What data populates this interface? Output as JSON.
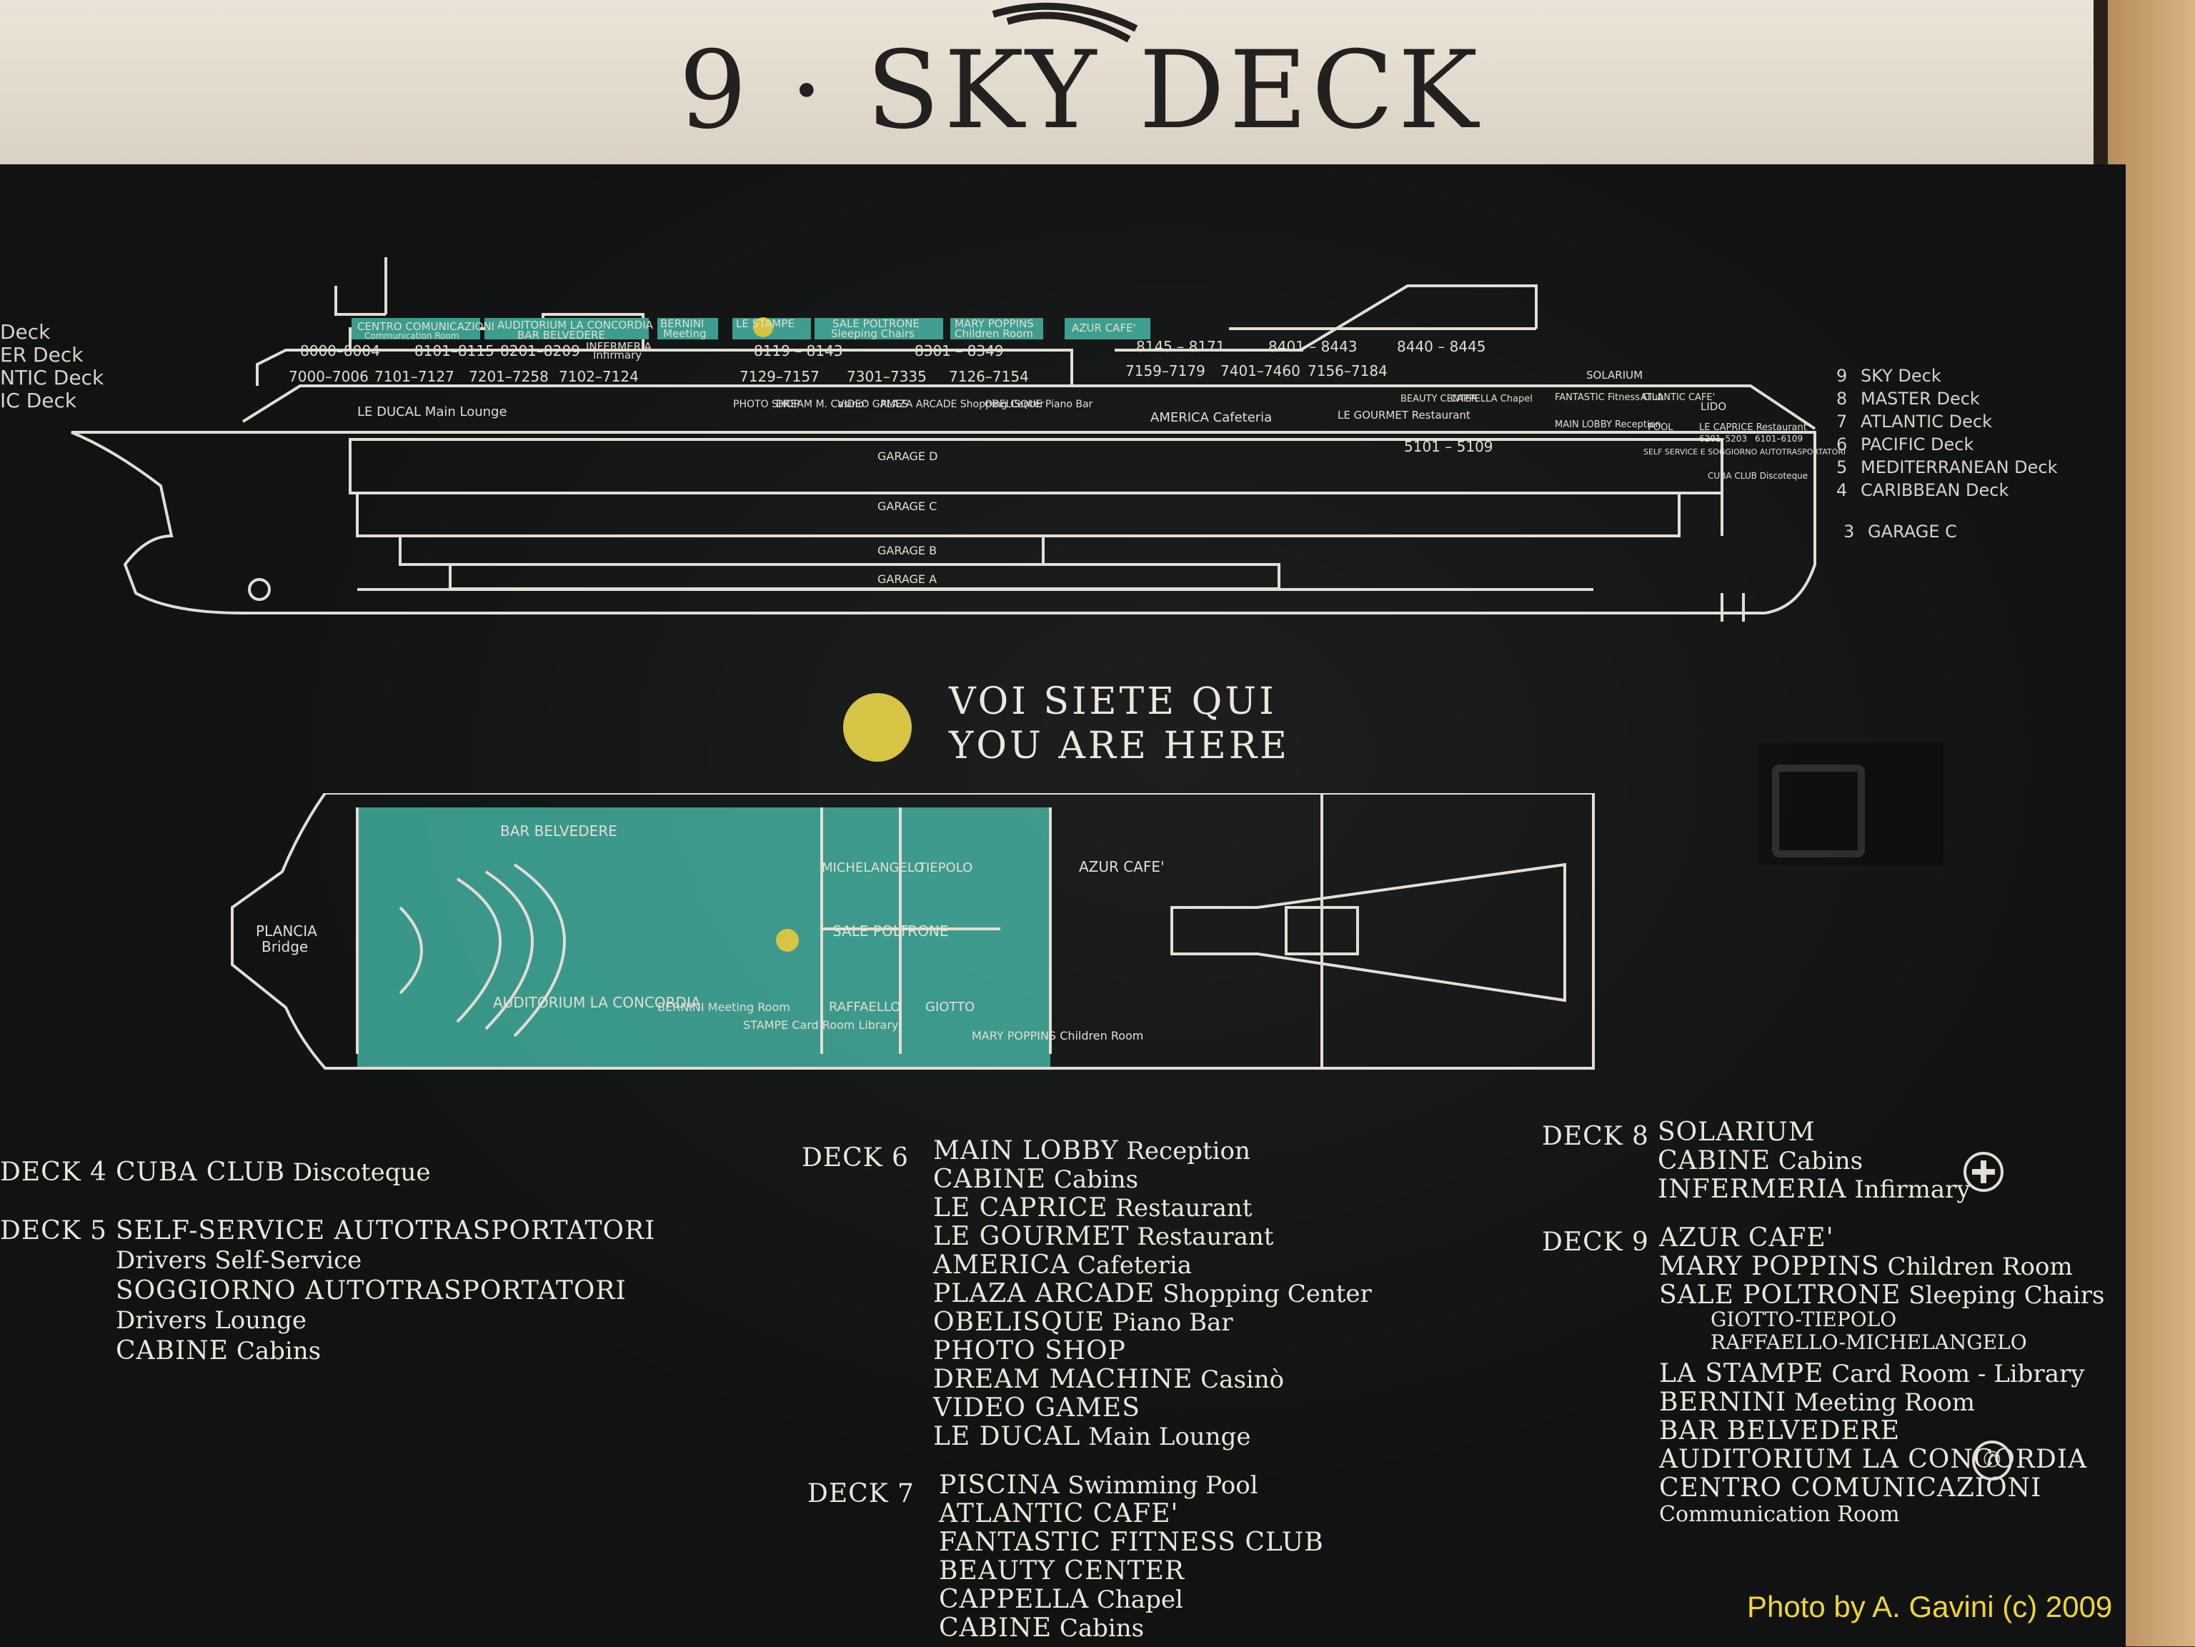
{
  "header": {
    "title": "9 · SKY DECK"
  },
  "deck_list_left_cut": [
    "Deck",
    "ER Deck",
    "NTIC Deck",
    "IC Deck"
  ],
  "deck_list_right": [
    {
      "num": "9",
      "name": "SKY Deck"
    },
    {
      "num": "8",
      "name": "MASTER Deck"
    },
    {
      "num": "7",
      "name": "ATLANTIC Deck"
    },
    {
      "num": "6",
      "name": "PACIFIC Deck"
    },
    {
      "num": "5",
      "name": "MEDITERRANEAN Deck"
    },
    {
      "num": "4",
      "name": "CARIBBEAN Deck"
    },
    {
      "num": "3",
      "name": "GARAGE C"
    }
  ],
  "profile_labels": {
    "centro": "CENTRO COMUNICAZIONI",
    "centro_sub": "Communication Room",
    "auditorium": "AUDITORIUM LA CONCORDIA",
    "bar_belvedere": "BAR BELVEDERE",
    "bernini": "BERNINI",
    "meeting": "Meeting",
    "le_stampe": "LE STAMPE",
    "sale_poltrone": "SALE POLTRONE",
    "sleeping_chairs": "Sleeping Chairs",
    "mary_poppins": "MARY POPPINS",
    "children_room": "Children Room",
    "azur_cafe": "AZUR CAFE'",
    "infermeria": "INFERMERIA",
    "infirmary": "Infirmary",
    "r8000": "8000–8004",
    "r8101": "8101–8115",
    "r8201": "8201–8209",
    "r8119": "8119 – 8143",
    "r8301": "8301 – 8349",
    "r8145": "8145 – 8171",
    "r8401": "8401 – 8443",
    "r8440": "8440 – 8445",
    "r7000": "7000–7006",
    "r7101": "7101–7127",
    "r7201": "7201–7258",
    "r7102": "7102–7124",
    "r7129": "7129–7157",
    "r7301": "7301–7335",
    "r7126": "7126–7154",
    "r7159": "7159–7179",
    "r7401": "7401–7460",
    "r7156": "7156–7184",
    "le_ducal": "LE DUCAL Main Lounge",
    "photo_shop": "PHOTO SHOP",
    "dream_m": "DREAM M. Casino'",
    "video_games": "VIDEO GAMES",
    "plaza_arcade": "PLAZA ARCADE Shopping Center",
    "obelisque": "OBELISQUE Piano Bar",
    "america": "AMERICA Cafeteria",
    "le_gourmet": "LE GOURMET Restaurant",
    "beauty_center": "BEAUTY CENTER",
    "cappella": "CAPPELLA Chapel",
    "solarium": "SOLARIUM",
    "fantastic": "FANTASTIC Fitness Club",
    "atlantic_cafe": "ATLANTIC CAFE'",
    "pool": "POOL",
    "lido": "LIDO",
    "main_lobby": "MAIN LOBBY Reception",
    "le_caprice": "LE CAPRICE Restaurant",
    "r6201": "6201–5203",
    "r6101": "6101–6109",
    "self_service": "SELF SERVICE E SOGGIORNO AUTOTRASPORTATORI",
    "cuba_club": "CUBA CLUB Discoteque",
    "r5101": "5101 – 5109",
    "garage_d": "GARAGE D",
    "garage_c": "GARAGE C",
    "garage_b": "GARAGE B",
    "garage_a": "GARAGE A"
  },
  "you_are_here": {
    "it": "VOI SIETE QUI",
    "en": "YOU ARE HERE"
  },
  "plan_labels": {
    "plancia": "PLANCIA",
    "bridge": "Bridge",
    "bar_belvedere": "BAR BELVEDERE",
    "auditorium": "AUDITORIUM LA CONCORDIA",
    "michelangelo": "MICHELANGELO",
    "tiepolo": "TIEPOLO",
    "sale_poltrone": "SALE POLTRONE",
    "raffaello": "RAFFAELLO",
    "giotto": "GIOTTO",
    "bernini": "BERNINI Meeting Room",
    "stampe": "STAMPE Card Room Library",
    "mary_poppins": "MARY POPPINS Children Room",
    "azur_cafe": "AZUR CAFE'"
  },
  "legend": {
    "deck4": {
      "name": "DECK 4",
      "lines": [
        {
          "b": "CUBA CLUB",
          "r": "Discoteque"
        }
      ]
    },
    "deck5": {
      "name": "DECK 5",
      "lines": [
        {
          "b": "SELF-SERVICE AUTOTRASPORTATORI",
          "r": ""
        },
        {
          "b": "",
          "r": "Drivers Self-Service"
        },
        {
          "b": "SOGGIORNO AUTOTRASPORTATORI",
          "r": ""
        },
        {
          "b": "",
          "r": "Drivers Lounge"
        },
        {
          "b": "CABINE",
          "r": "Cabins"
        }
      ]
    },
    "deck6": {
      "name": "DECK 6",
      "lines": [
        {
          "b": "MAIN LOBBY",
          "r": "Reception"
        },
        {
          "b": "CABINE",
          "r": "Cabins"
        },
        {
          "b": "LE CAPRICE",
          "r": "Restaurant"
        },
        {
          "b": "LE GOURMET",
          "r": "Restaurant"
        },
        {
          "b": "AMERICA",
          "r": "Cafeteria"
        },
        {
          "b": "PLAZA ARCADE",
          "r": "Shopping Center"
        },
        {
          "b": "OBELISQUE",
          "r": "Piano Bar"
        },
        {
          "b": "PHOTO SHOP",
          "r": ""
        },
        {
          "b": "DREAM MACHINE",
          "r": "Casinò"
        },
        {
          "b": "VIDEO GAMES",
          "r": ""
        },
        {
          "b": "LE DUCAL",
          "r": "Main Lounge"
        }
      ]
    },
    "deck7": {
      "name": "DECK 7",
      "lines": [
        {
          "b": "PISCINA",
          "r": "Swimming Pool"
        },
        {
          "b": "ATLANTIC CAFE'",
          "r": ""
        },
        {
          "b": "FANTASTIC FITNESS CLUB",
          "r": ""
        },
        {
          "b": "BEAUTY CENTER",
          "r": ""
        },
        {
          "b": "CAPPELLA",
          "r": "Chapel"
        },
        {
          "b": "CABINE",
          "r": "Cabins"
        }
      ]
    },
    "deck8": {
      "name": "DECK 8",
      "lines": [
        {
          "b": "SOLARIUM",
          "r": ""
        },
        {
          "b": "CABINE",
          "r": "Cabins"
        },
        {
          "b": "INFERMERIA",
          "r": "Infirmary"
        }
      ]
    },
    "deck9": {
      "name": "DECK 9",
      "lines": [
        {
          "b": "AZUR CAFE'",
          "r": ""
        },
        {
          "b": "MARY POPPINS",
          "r": "Children Room"
        },
        {
          "b": "SALE POLTRONE",
          "r": "Sleeping Chairs"
        },
        {
          "b": "",
          "r": "GIOTTO-TIEPOLO"
        },
        {
          "b": "",
          "r": "RAFFAELLO-MICHELANGELO"
        },
        {
          "b": "LA STAMPE",
          "r": "Card Room - Library"
        },
        {
          "b": "BERNINI",
          "r": "Meeting Room"
        },
        {
          "b": "BAR BELVEDERE",
          "r": ""
        },
        {
          "b": "AUDITORIUM LA CONCORDIA",
          "r": ""
        },
        {
          "b": "CENTRO COMUNICAZIONI",
          "r": ""
        },
        {
          "b": "",
          "r": "Communication Room"
        }
      ]
    }
  },
  "credit": "Photo by A. Gavini (c) 2009",
  "colors": {
    "teal": "#3a9d8e",
    "board": "#111313",
    "line": "#e2ddd2",
    "dot": "#d7c23e",
    "credit": "#f0d630"
  }
}
